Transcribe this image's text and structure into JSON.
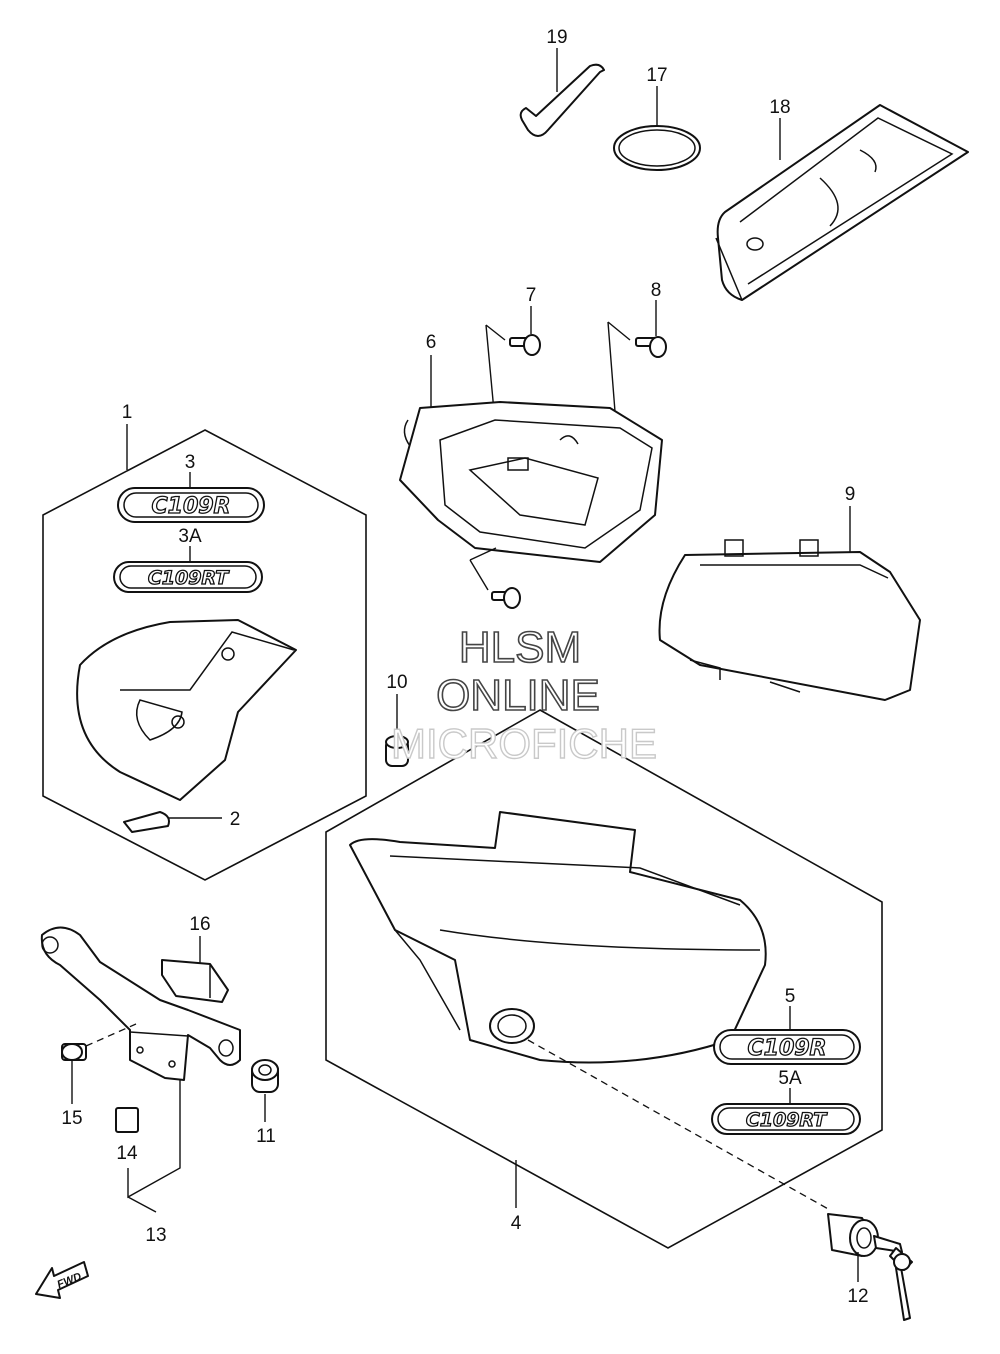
{
  "callouts": {
    "p1": "1",
    "p2": "2",
    "p3": "3",
    "p3a": "3A",
    "p4": "4",
    "p5": "5",
    "p5a": "5A",
    "p6": "6",
    "p7": "7",
    "p8": "8",
    "p9": "9",
    "p10": "10",
    "p11": "11",
    "p12": "12",
    "p13": "13",
    "p14": "14",
    "p15": "15",
    "p16": "16",
    "p17": "17",
    "p18": "18",
    "p19": "19"
  },
  "emblems": {
    "e3": "C109R",
    "e3a": "C109RT",
    "e5": "C109R",
    "e5a": "C109RT"
  },
  "watermark": {
    "line1": "HLSM",
    "line2": "ONLINE",
    "line3": "MICROFICHE"
  },
  "direction_arrow": {
    "label": "FWD",
    "icon": "fwd-arrow-icon"
  }
}
